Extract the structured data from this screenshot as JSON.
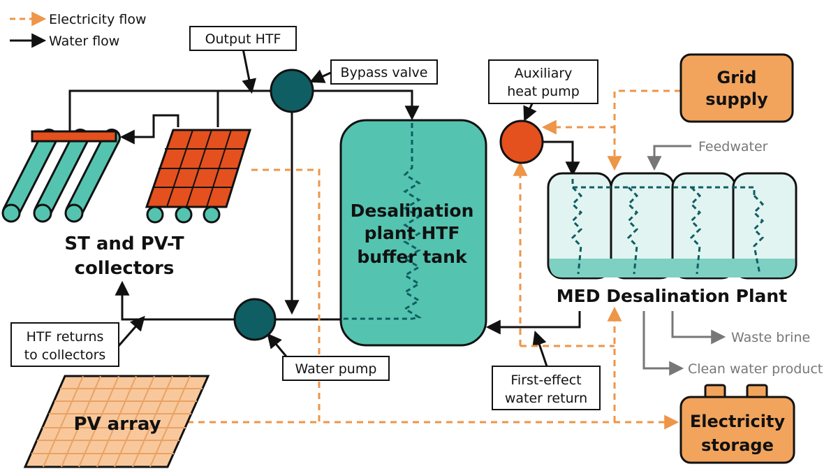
{
  "legend": {
    "electricity": "Electricity flow",
    "water": "Water flow"
  },
  "labels": {
    "output_htf": "Output HTF",
    "bypass_valve": "Bypass valve",
    "aux_pump_1": "Auxiliary",
    "aux_pump_2": "heat pump",
    "grid_1": "Grid",
    "grid_2": "supply",
    "feedwater": "Feedwater",
    "collectors_1": "ST and PV-T",
    "collectors_2": "collectors",
    "tank_1": "Desalination",
    "tank_2": "plant HTF",
    "tank_3": "buffer tank",
    "med_plant": "MED Desalination Plant",
    "waste_brine": "Waste brine",
    "clean_water": "Clean water product",
    "htf_returns_1": "HTF returns",
    "htf_returns_2": "to collectors",
    "water_pump": "Water pump",
    "first_effect_1": "First-effect",
    "first_effect_2": "water return",
    "pv_array": "PV array",
    "storage_1": "Electricity",
    "storage_2": "storage"
  },
  "colors": {
    "electricity": "#ee9548",
    "water": "#111111",
    "teal": "#54c4b0",
    "dark_teal": "#0e5e63",
    "pump_orange": "#e4501e",
    "grid_orange": "#f2a45c",
    "pv_orange": "#f8c89c",
    "med_fill": "#e2f4f1",
    "grey": "#777777"
  }
}
